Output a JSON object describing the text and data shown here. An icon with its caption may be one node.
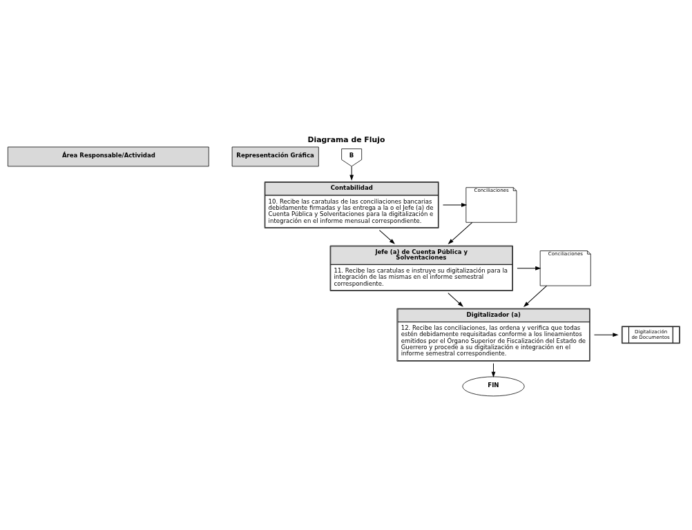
{
  "diagram": {
    "title": "Diagrama de Flujo",
    "nodes": [
      {
        "text": [
          "B"
        ]
      },
      {
        "text": [
          "Contabilidad",
          "10. Recibe las caratulas de las conciliaciones bancarias debidamente firmadas y las entrega a la o el Jefe (a) de Cuenta Pública y Solventaciones para la digitalización e integración en el informe mensual correspondiente."
        ]
      },
      {
        "text": [
          "Conciliaciones"
        ]
      },
      {
        "text": [
          "Jefe (a) de Cuenta Pública y Solventaciones",
          "11. Recibe las caratulas e instruye su digitalización para la integración de las mismas en el informe semestral correspondiente."
        ]
      },
      {
        "text": [
          "Conciliaciones"
        ]
      },
      {
        "text": [
          "Digitalizador (a)",
          "12. Recibe las conciliaciones, las ordena y verifica que todas estén debidamente requisitadas conforme a los lineamientos emitidos por el Órgano Superior de Fiscalización del Estado de Guerrero y procede a su digitalización e integración en el informe semestral correspondiente."
        ]
      },
      {
        "text": [
          "Digitalización de Documentos"
        ]
      },
      {
        "text": [
          "FIN"
        ]
      }
    ],
    "edges": [
      {
        "from": 0,
        "to": 1,
        "arrow": "to"
      },
      {
        "from": 1,
        "to": 2,
        "arrow": "to"
      },
      {
        "from": 2,
        "to": 3,
        "arrow": "to"
      },
      {
        "from": 1,
        "to": 3,
        "arrow": "to"
      },
      {
        "from": 3,
        "to": 4,
        "arrow": "to"
      },
      {
        "from": 4,
        "to": 5,
        "arrow": "to"
      },
      {
        "from": 3,
        "to": 5,
        "arrow": "to"
      },
      {
        "from": 5,
        "to": 6,
        "arrow": "to"
      },
      {
        "from": 5,
        "to": 7,
        "arrow": "to"
      }
    ],
    "labels": [
      "Área Responsable/Actividad",
      "Representación Gráfica"
    ]
  }
}
